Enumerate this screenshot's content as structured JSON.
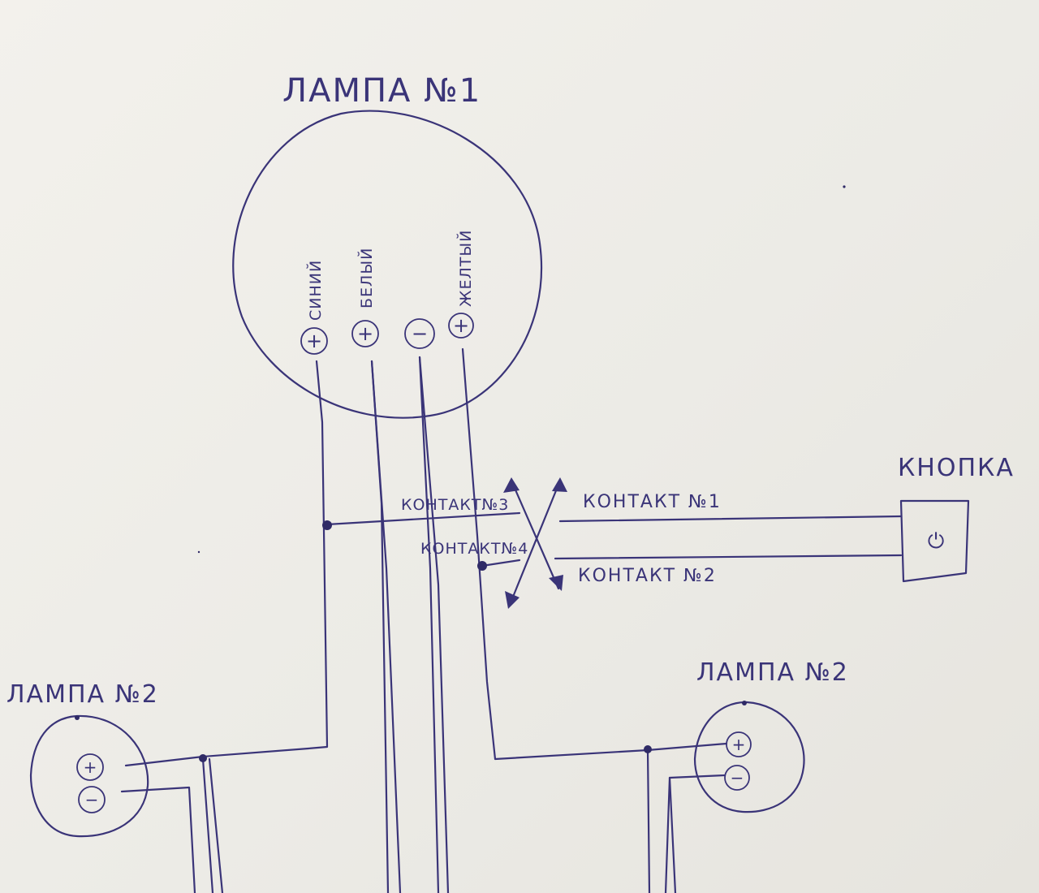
{
  "lamp1": {
    "title": "ЛАМПА №1",
    "wires": [
      {
        "color_label": "СИНИЙ",
        "polarity": "+"
      },
      {
        "color_label": "БЕЛЫЙ",
        "polarity": "+"
      },
      {
        "color_label": "",
        "polarity": "−"
      },
      {
        "color_label": "ЖЕЛТЫЙ",
        "polarity": "+"
      }
    ]
  },
  "lamp2_left": {
    "title": "ЛАМПА №2",
    "terminals": [
      "+",
      "−"
    ]
  },
  "lamp2_right": {
    "title": "ЛАМПА №2",
    "terminals": [
      "+",
      "−"
    ]
  },
  "button": {
    "title": "КНОПКА",
    "icon": "power-icon",
    "symbol": "⏻"
  },
  "contacts": {
    "contact1": "КОНТАКТ №1",
    "contact2": "КОНТАКТ №2",
    "contact3": "КОНТАКТ№3",
    "contact4": "КОНТАКТ№4"
  },
  "colors": {
    "ink": "#3a3478",
    "paper": "#efece6"
  }
}
